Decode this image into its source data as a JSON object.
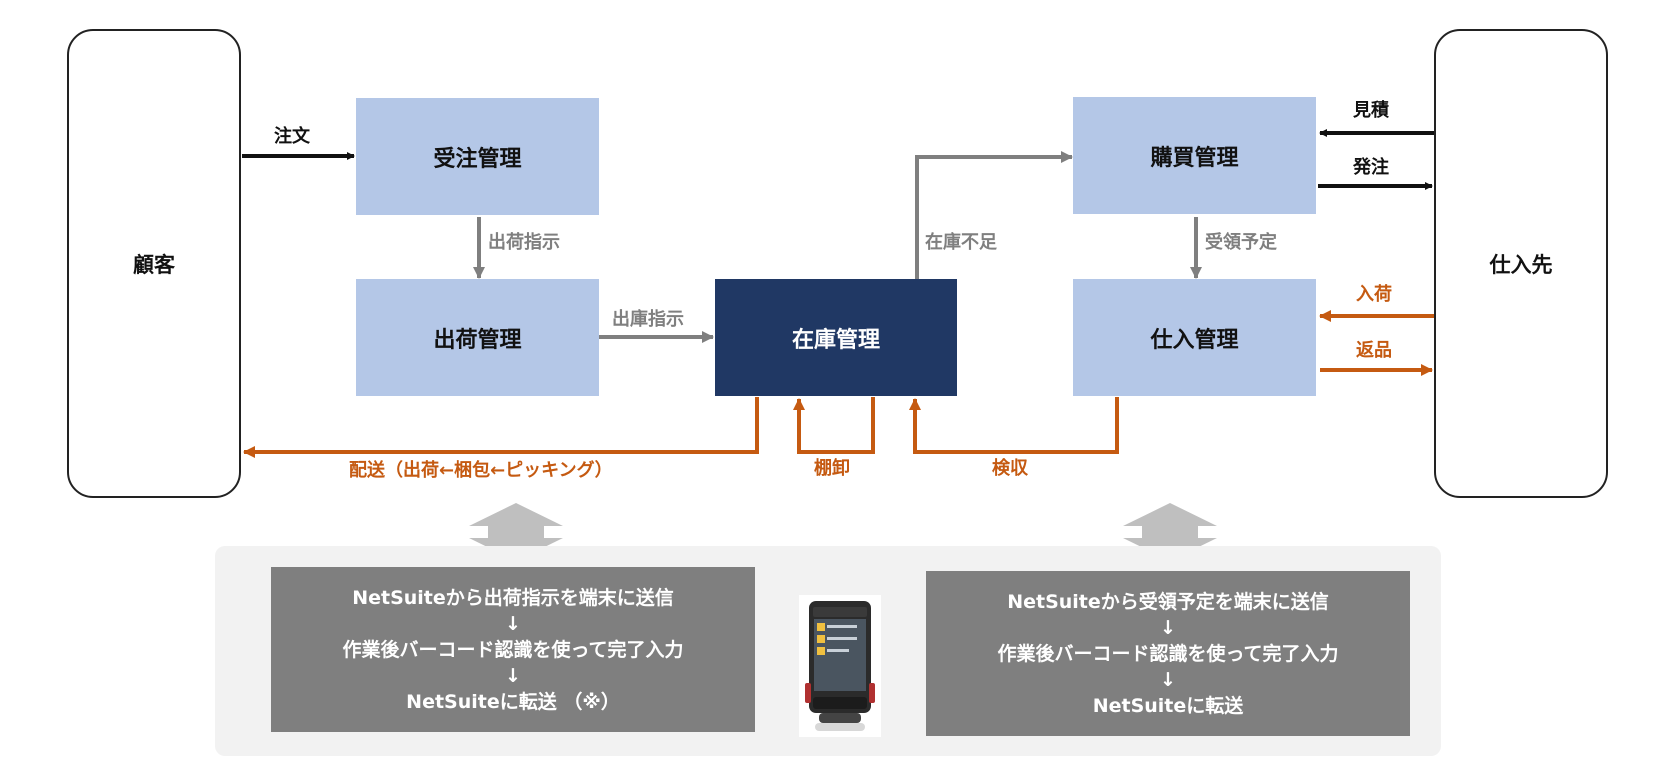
{
  "parties": {
    "customer": "顧客",
    "supplier": "仕入先"
  },
  "processes": {
    "order_management": "受注管理",
    "shipping_management": "出荷管理",
    "inventory_management": "在庫管理",
    "purchase_management": "購買管理",
    "receiving_management": "仕入管理"
  },
  "flows": {
    "order": "注文",
    "shipping_instruction": "出荷指示",
    "warehouse_out_instruction": "出庫指示",
    "stock_shortage": "在庫不足",
    "receipt_schedule": "受領予定",
    "quote": "見積",
    "purchase_order": "発注",
    "arrival": "入荷",
    "return": "返品",
    "delivery": "配送（出荷←梱包←ピッキング）",
    "stocktaking": "棚卸",
    "inspection": "検収"
  },
  "notes": {
    "left": {
      "line1": "NetSuiteから出荷指示を端末に送信",
      "arrow1": "↓",
      "line2": "作業後バーコード認識を使って完了入力",
      "arrow2": "↓",
      "line3": "NetSuiteに転送 （※）"
    },
    "right": {
      "line1": "NetSuiteから受領予定を端末に送信",
      "arrow1": "↓",
      "line2": "作業後バーコード認識を使って完了入力",
      "arrow2": "↓",
      "line3": "NetSuiteに転送"
    }
  },
  "colors": {
    "process_fill": "#b4c7e7",
    "inventory_fill": "#203864",
    "gray_flow": "#7f7f7f",
    "orange_flow": "#c55a11",
    "black_flow": "#111111",
    "note_fill": "#7f7f7f",
    "panel_fill": "#f2f2f2"
  }
}
